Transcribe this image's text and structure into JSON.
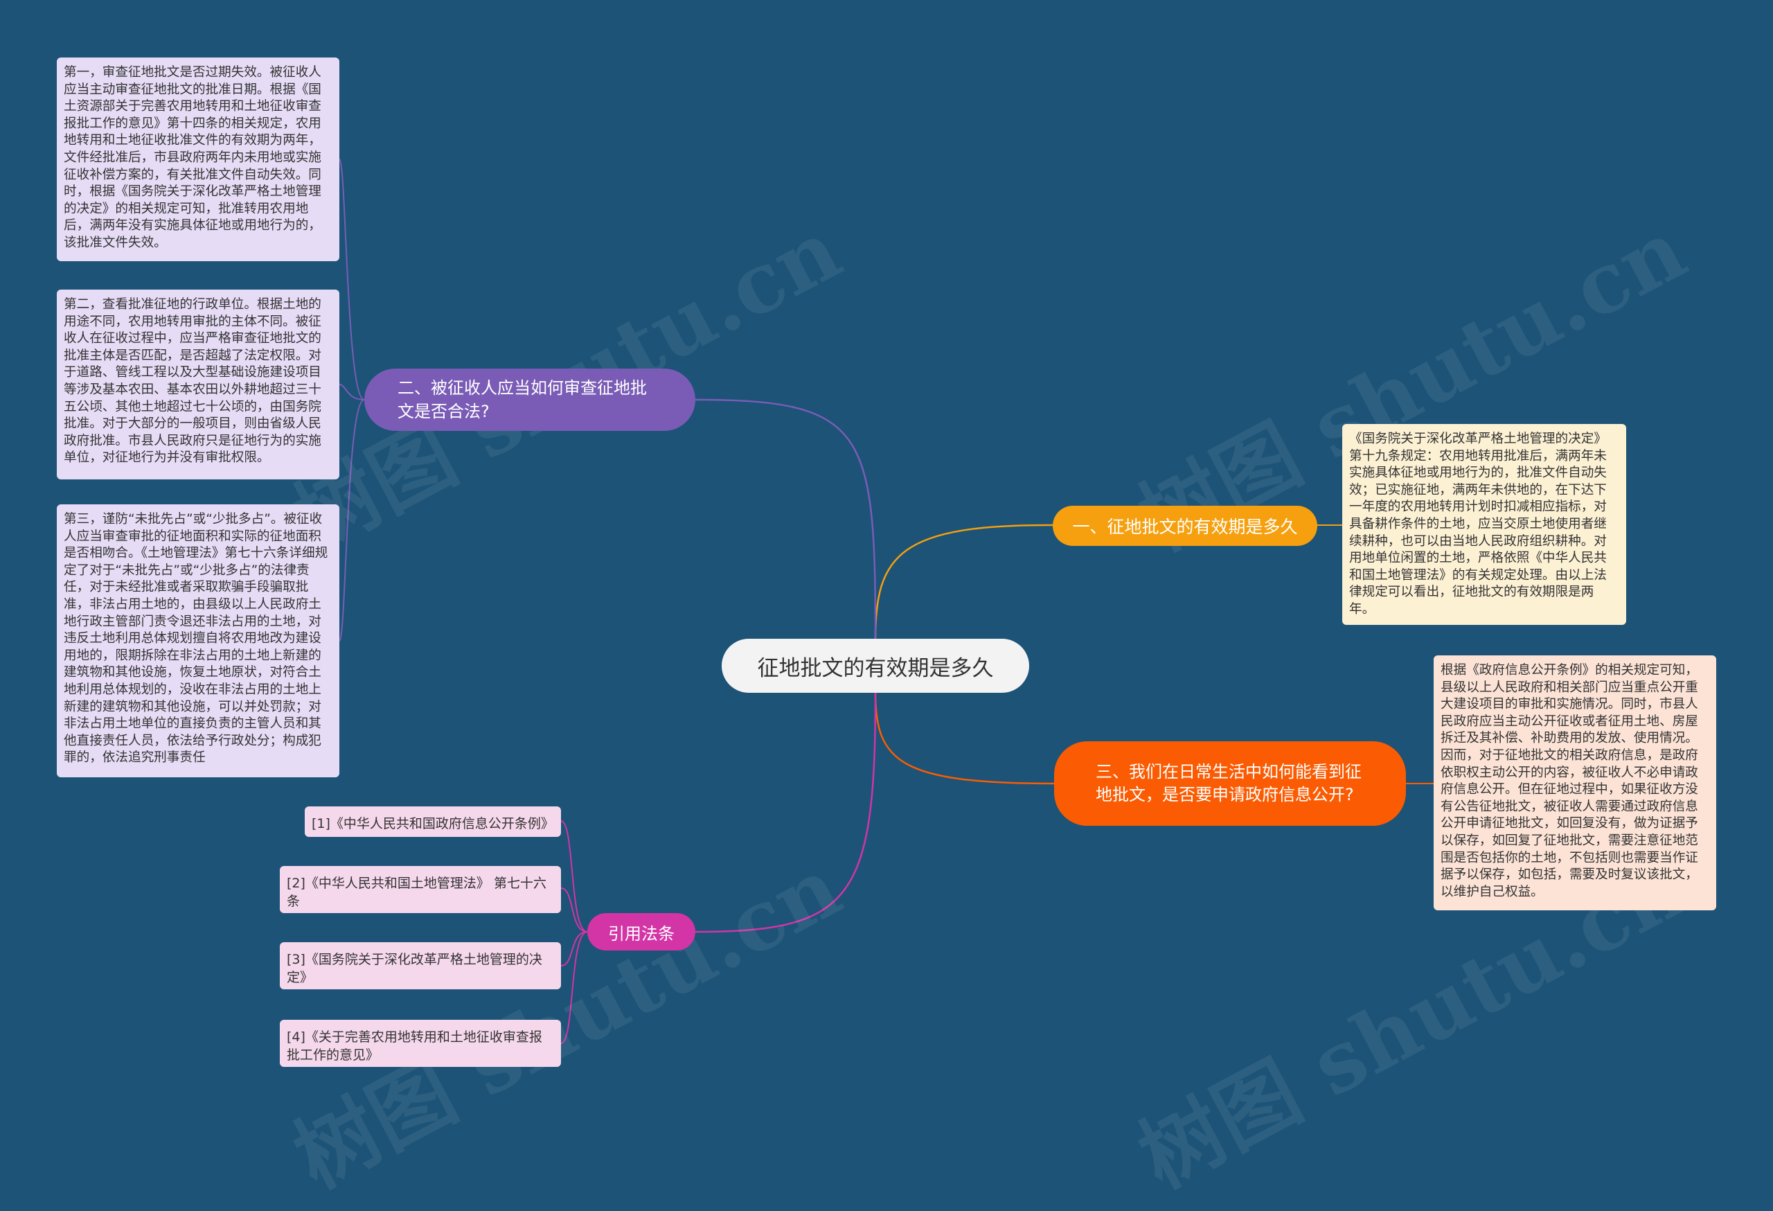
{
  "diagram": {
    "root": {
      "label": "征地批文的有效期是多久"
    },
    "branches": [
      {
        "label": "一、征地批文的有效期是多久",
        "color": "#f6a00f",
        "leaves": [
          "《国务院关于深化改革严格土地管理的决定》第十九条规定：农用地转用批准后，满两年未实施具体征地或用地行为的，批准文件自动失效；已实施征地，满两年未供地的，在下达下一年度的农用地转用计划时扣减相应指标，对具备耕作条件的土地，应当交原土地使用者继续耕种，也可以由当地人民政府组织耕种。对用地单位闲置的土地，严格依照《中华人民共和国土地管理法》的有关规定处理。由以上法律规定可以看出，征地批文的有效期限是两年。"
        ]
      },
      {
        "label": "二、被征收人应当如何审查征地批文是否合法?",
        "color": "#7a5cb6",
        "leaves": [
          "第一，审查征地批文是否过期失效。被征收人应当主动审查征地批文的批准日期。根据《国土资源部关于完善农用地转用和土地征收审查报批工作的意见》第十四条的相关规定，农用地转用和土地征收批准文件的有效期为两年，文件经批准后，市县政府两年内未用地或实施征收补偿方案的，有关批准文件自动失效。同时，根据《国务院关于深化改革严格土地管理的决定》的相关规定可知，批准转用农用地后，满两年没有实施具体征地或用地行为的，该批准文件失效。",
          "第二，查看批准征地的行政单位。根据土地的用途不同，农用地转用审批的主体不同。被征收人在征收过程中，应当严格审查征地批文的批准主体是否匹配，是否超越了法定权限。对于道路、管线工程以及大型基础设施建设项目等涉及基本农田、基本农田以外耕地超过三十五公顷、其他土地超过七十公顷的，由国务院批准。对于大部分的一般项目，则由省级人民政府批准。市县人民政府只是征地行为的实施单位，对征地行为并没有审批权限。",
          "第三，谨防“未批先占”或“少批多占”。被征收人应当审查审批的征地面积和实际的征地面积是否相吻合。《土地管理法》第七十六条详细规定了对于“未批先占”或“少批多占”的法律责任，对于未经批准或者采取欺骗手段骗取批准，非法占用土地的，由县级以上人民政府土地行政主管部门责令退还非法占用的土地，对违反土地利用总体规划擅自将农用地改为建设用地的，限期拆除在非法占用的土地上新建的建筑物和其他设施，恢复土地原状，对符合土地利用总体规划的，没收在非法占用的土地上新建的建筑物和其他设施，可以并处罚款；对非法占用土地单位的直接负责的主管人员和其他直接责任人员，依法给予行政处分；构成犯罪的，依法追究刑事责任"
        ]
      },
      {
        "label": "三、我们在日常生活中如何能看到征地批文，是否要申请政府信息公开?",
        "color": "#fb5c03",
        "leaves": [
          "根据《政府信息公开条例》的相关规定可知，县级以上人民政府和相关部门应当重点公开重大建设项目的审批和实施情况。同时，市县人民政府应当主动公开征收或者征用土地、房屋拆迁及其补偿、补助费用的发放、使用情况。因而，对于征地批文的相关政府信息，是政府依职权主动公开的内容，被征收人不必申请政府信息公开。但在征地过程中，如果征收方没有公告征地批文，被征收人需要通过政府信息公开申请征地批文，如回复没有，做为证据予以保存，如回复了征地批文，需要注意征地范围是否包括你的土地，不包括则也需要当作证据予以保存，如包括，需要及时复议该批文，以维护自己权益。"
        ]
      },
      {
        "label": "引用法条",
        "color": "#d334a6",
        "leaves": [
          "[1]《中华人民共和国政府信息公开条例》",
          "[2]《中华人民共和国土地管理法》 第七十六条",
          "[3]《国务院关于深化改革严格土地管理的决定》",
          "[4]《关于完善农用地转用和土地征收审查报批工作的意见》"
        ]
      }
    ],
    "watermark": "树图 shutu.cn",
    "colors": {
      "background": "#1c5377"
    }
  }
}
